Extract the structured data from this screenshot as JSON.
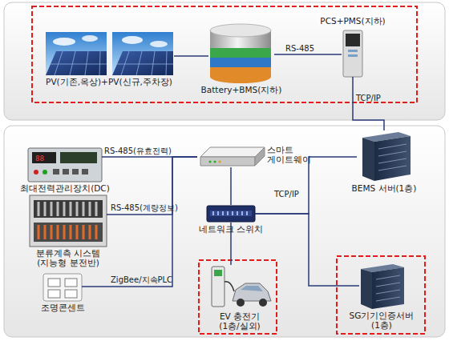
{
  "diagram": {
    "nodes": [
      {
        "text": [
          "PV(기존,옥상)+PV(신규,주차장)"
        ]
      },
      {
        "text": [
          "Battery+BMS(지하)"
        ]
      },
      {
        "text": [
          "PCS+PMS(지하)"
        ]
      },
      {
        "text": [
          "BEMS 서버(1층)"
        ]
      },
      {
        "text": [
          "최대전력관리장치(DC)"
        ]
      },
      {
        "text": [
          "스마트 게이트웨이"
        ]
      },
      {
        "text": [
          "분류계측 시스템 (지능형 분전반)"
        ]
      },
      {
        "text": [
          "네트워크 스위치"
        ]
      },
      {
        "text": [
          "조명콘센트"
        ]
      },
      {
        "text": [
          "EV 충전기 (1층/실외)"
        ]
      },
      {
        "text": [
          "SG기기인증서버 (1층)"
        ]
      }
    ],
    "edges": [
      {
        "from": 0,
        "to": 1,
        "arrow": "none"
      },
      {
        "from": 1,
        "to": 2,
        "label": "RS-485",
        "arrow": "none"
      },
      {
        "from": 2,
        "to": 3,
        "label": "TCP/IP",
        "arrow": "none"
      },
      {
        "from": 4,
        "to": 5,
        "label": "RS-485(유효전력)",
        "arrow": "none"
      },
      {
        "from": 6,
        "to": 5,
        "label": "RS-485(계량정보)",
        "arrow": "none"
      },
      {
        "from": 8,
        "to": 5,
        "label": "ZigBee/지속PLC",
        "arrow": "none"
      },
      {
        "from": 5,
        "to": 7,
        "arrow": "none"
      },
      {
        "from": 7,
        "to": 3,
        "label": "TCP/IP",
        "arrow": "none"
      },
      {
        "from": 7,
        "to": 10,
        "arrow": "none"
      },
      {
        "from": 7,
        "to": 9,
        "arrow": "none"
      }
    ]
  }
}
